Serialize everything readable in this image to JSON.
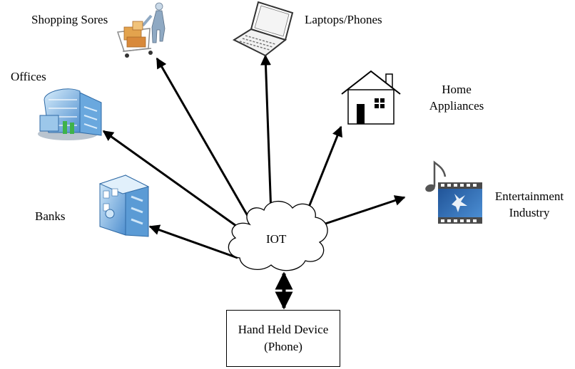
{
  "hub": {
    "label": "IOT"
  },
  "device": {
    "line1": "Hand Held Device",
    "line2": "(Phone)"
  },
  "nodes": {
    "shopping": {
      "label": "Shopping Sores",
      "icon": "shopping-cart-icon"
    },
    "laptops": {
      "label": "Laptops/Phones",
      "icon": "laptop-icon"
    },
    "offices": {
      "label": "Offices",
      "icon": "office-building-icon"
    },
    "home": {
      "line1": "Home",
      "line2": "Appliances",
      "icon": "house-icon"
    },
    "banks": {
      "label": "Banks",
      "icon": "bank-building-icon"
    },
    "entertainment": {
      "line1": "Entertainment",
      "line2": "Industry",
      "icon": "film-strip-icon"
    }
  },
  "colors": {
    "line": "#000000",
    "building": "#5b9bd5",
    "film": "#2f6db5"
  }
}
